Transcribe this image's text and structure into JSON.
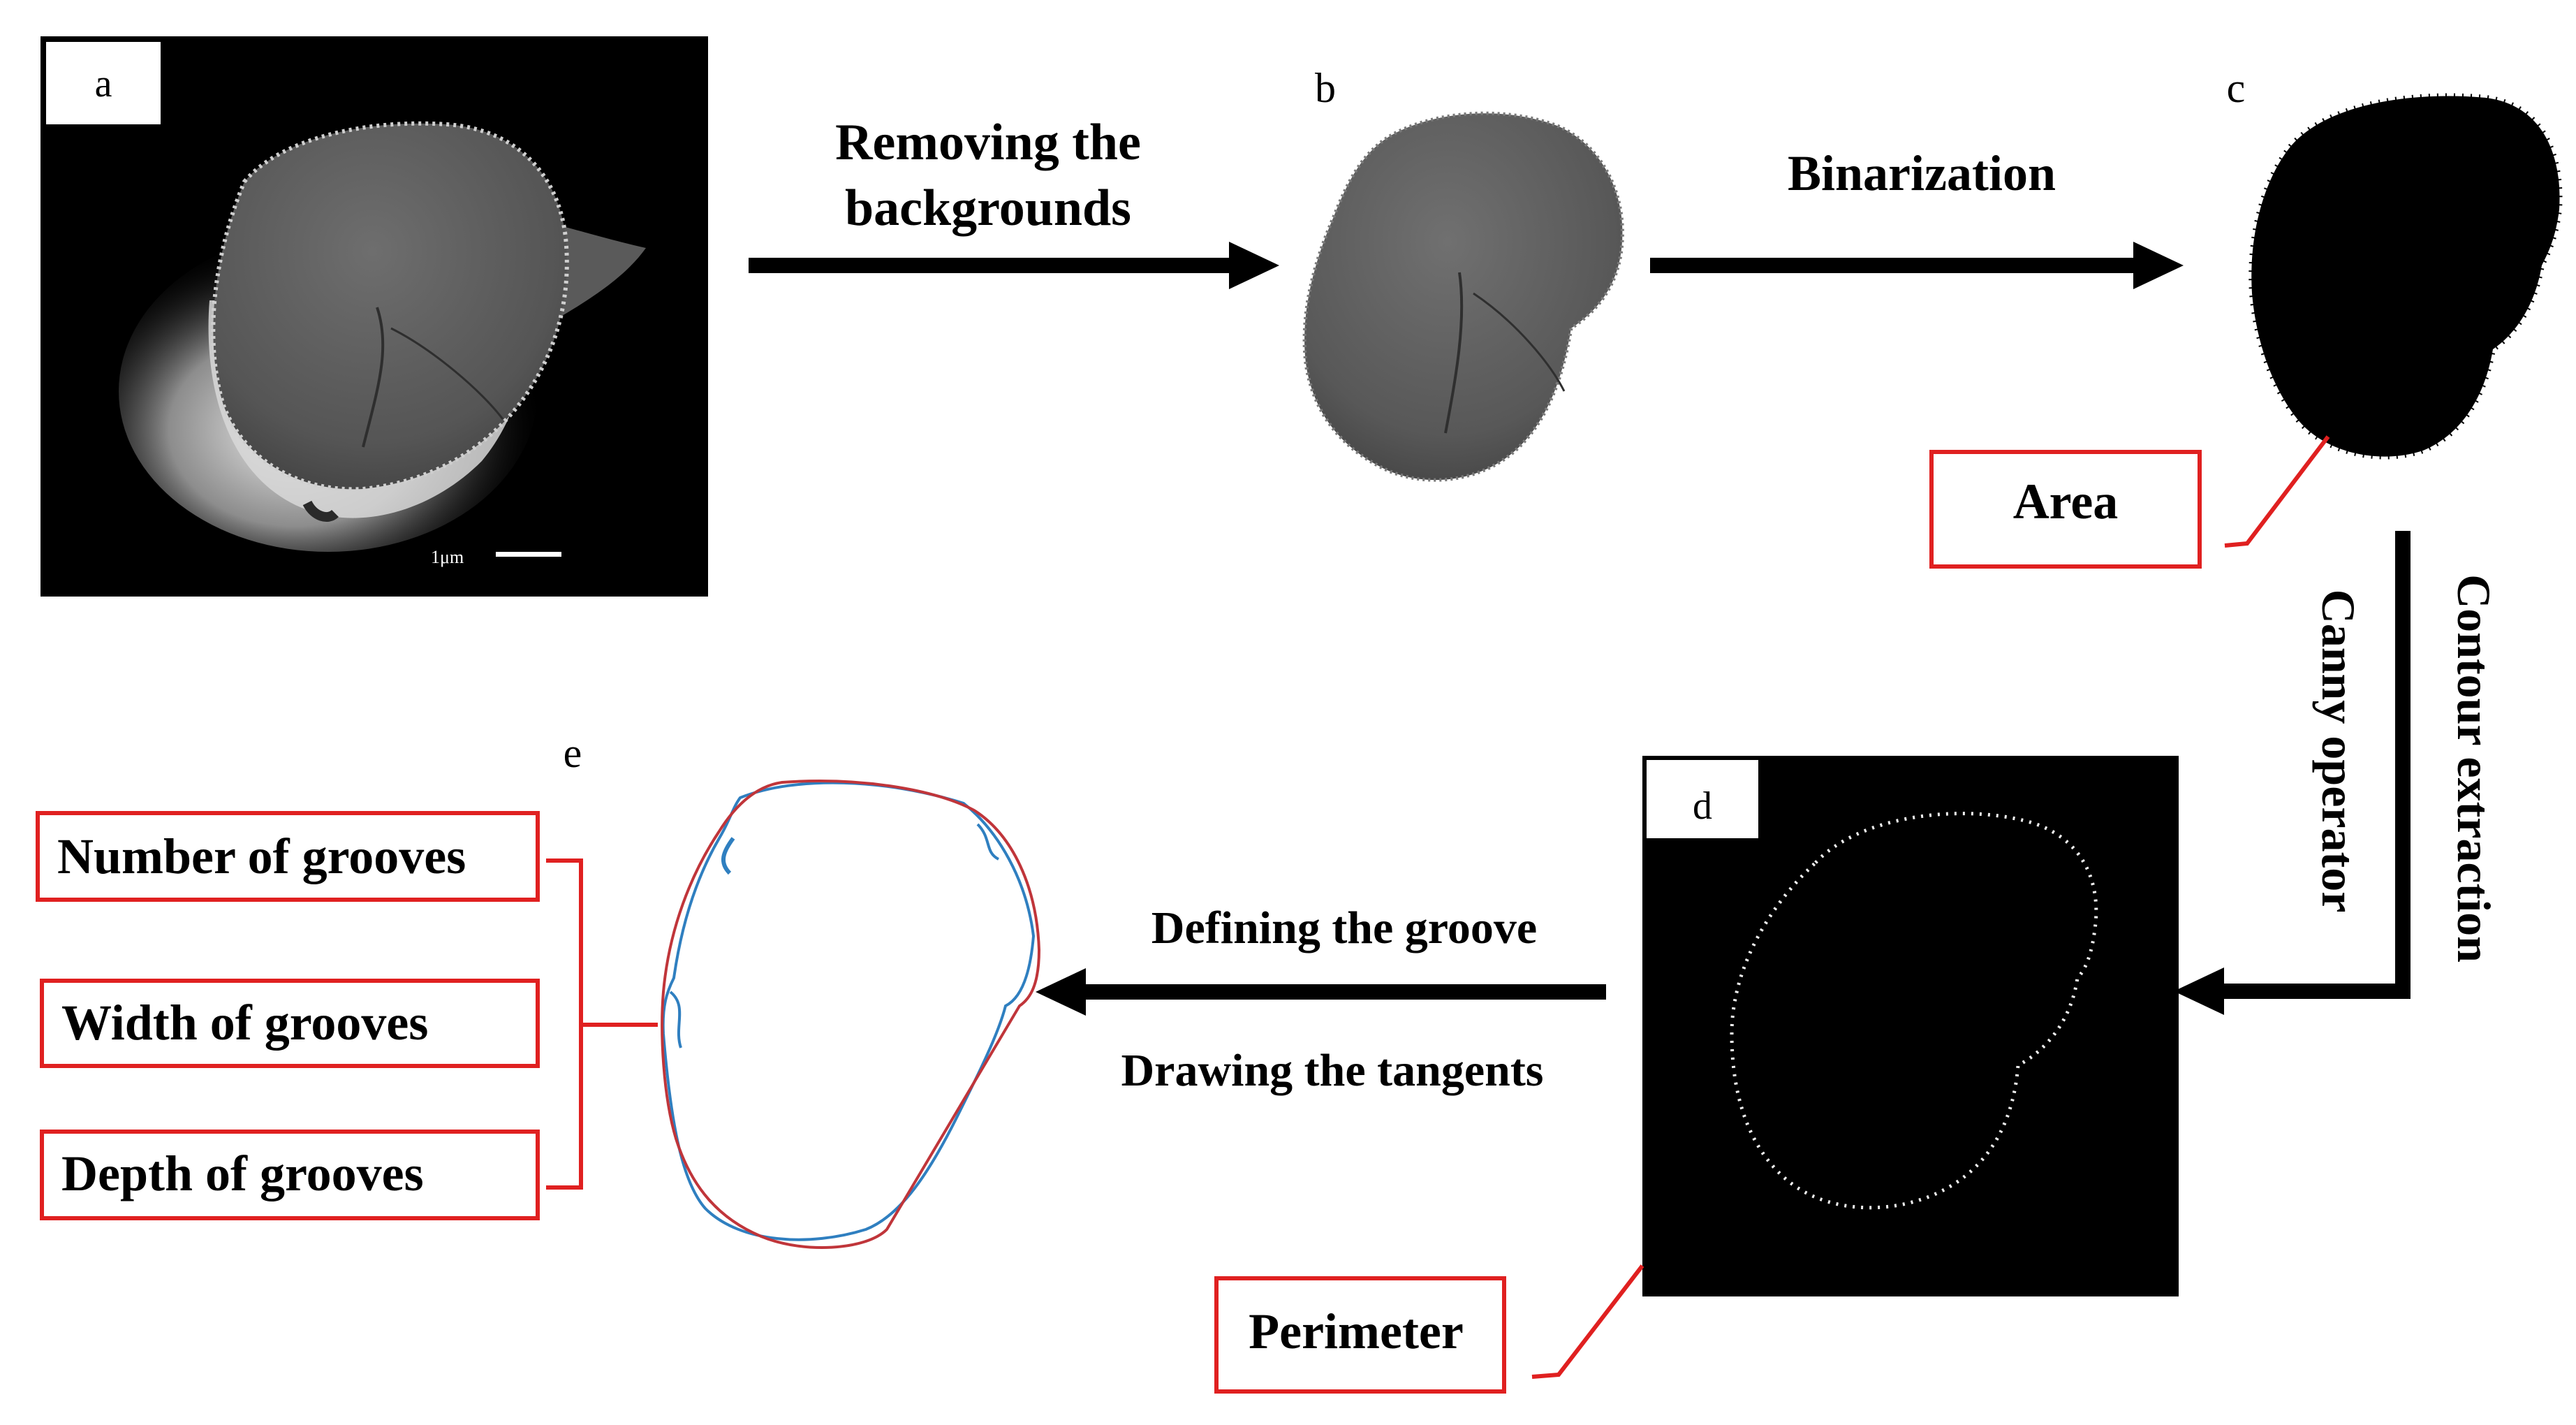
{
  "panels": {
    "a": {
      "letter": "a",
      "scale_bar_label": "1μm"
    },
    "b": {
      "letter": "b"
    },
    "c": {
      "letter": "c"
    },
    "d": {
      "letter": "d"
    },
    "e": {
      "letter": "e"
    }
  },
  "steps": {
    "a_to_b": {
      "line1": "Removing the",
      "line2": "backgrounds"
    },
    "b_to_c": {
      "label": "Binarization"
    },
    "c_to_d": {
      "line1": "Contour extraction",
      "line2": "Canny operator"
    },
    "d_to_e": {
      "line1": "Defining the groove",
      "line2": "Drawing the tangents"
    }
  },
  "measures": {
    "area": "Area",
    "perimeter": "Perimeter",
    "number_of_grooves": "Number of grooves",
    "width_of_grooves": "Width of grooves",
    "depth_of_grooves": "Depth of grooves"
  },
  "colors": {
    "callout_red": "#e02020",
    "tangent_red": "#c0353a",
    "contour_blue": "#2f7fc0",
    "arrow": "#000000"
  }
}
